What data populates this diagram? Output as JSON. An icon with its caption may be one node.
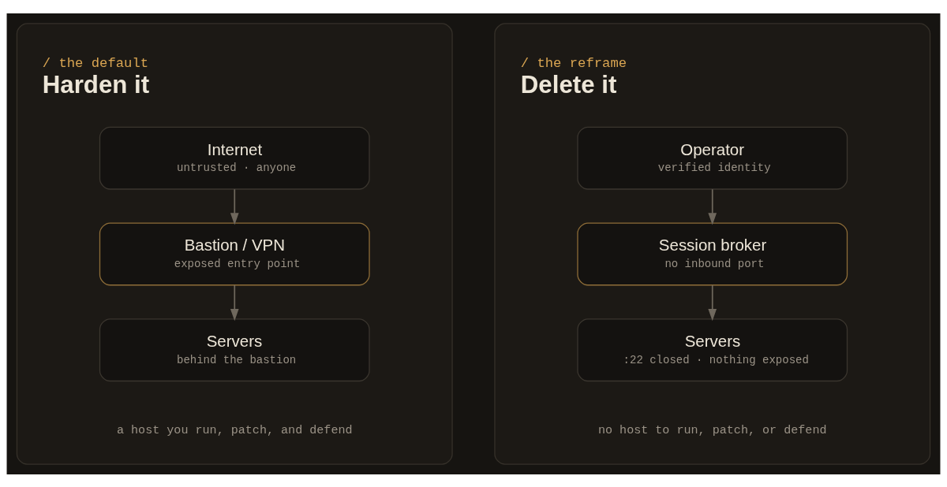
{
  "diagram": {
    "nodes": [
      {
        "text": [
          "/ the default",
          "Harden it",
          "a host you run, patch, and defend"
        ]
      },
      {
        "text": [
          "Internet",
          "untrusted · anyone"
        ],
        "in": 0
      },
      {
        "text": [
          "Bastion / VPN",
          "exposed entry point"
        ],
        "in": 0
      },
      {
        "text": [
          "Servers",
          "behind the bastion"
        ],
        "in": 0
      },
      {
        "text": [
          "/ the reframe",
          "Delete it",
          "no host to run, patch, or defend"
        ]
      },
      {
        "text": [
          "Operator",
          "verified identity"
        ],
        "in": 4
      },
      {
        "text": [
          "Session broker",
          "no inbound port"
        ],
        "in": 4
      },
      {
        "text": [
          "Servers",
          ":22 closed · nothing exposed"
        ],
        "in": 4
      }
    ],
    "edges": [
      {
        "from": 1,
        "to": 2,
        "arrow": "to"
      },
      {
        "from": 2,
        "to": 3,
        "arrow": "to"
      },
      {
        "from": 5,
        "to": 6,
        "arrow": "to"
      },
      {
        "from": 6,
        "to": 7,
        "arrow": "to"
      }
    ]
  }
}
